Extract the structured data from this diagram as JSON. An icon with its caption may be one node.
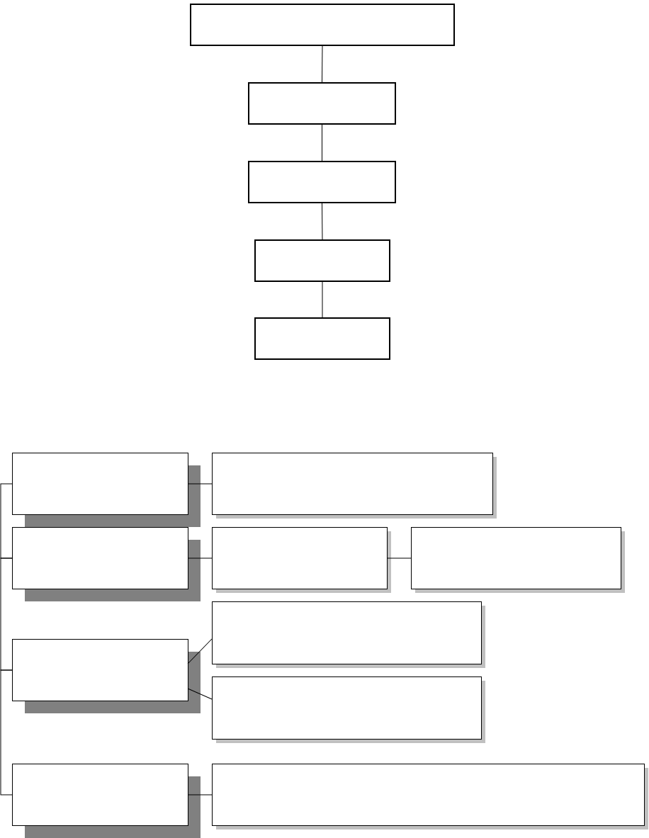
{
  "diagram": {
    "nodes": [
      {
        "text": [],
        "shape": "box"
      },
      {
        "text": [],
        "shape": "box"
      },
      {
        "text": [],
        "shape": "box"
      },
      {
        "text": [],
        "shape": "box"
      },
      {
        "text": [],
        "shape": "box"
      },
      {
        "text": [],
        "shape": "box"
      },
      {
        "text": [],
        "shape": "box"
      },
      {
        "text": [],
        "shape": "box"
      },
      {
        "text": [],
        "shape": "box"
      },
      {
        "text": [],
        "shape": "box"
      },
      {
        "text": [],
        "shape": "box"
      },
      {
        "text": [],
        "shape": "box"
      },
      {
        "text": [],
        "shape": "box"
      },
      {
        "text": [],
        "shape": "box"
      },
      {
        "text": [],
        "shape": "box"
      }
    ],
    "edges": [
      {
        "from": 0,
        "to": 1,
        "arrow": "none"
      },
      {
        "from": 1,
        "to": 2,
        "arrow": "none"
      },
      {
        "from": 2,
        "to": 3,
        "arrow": "none"
      },
      {
        "from": 3,
        "to": 4,
        "arrow": "none"
      },
      {
        "from": 5,
        "to": 6,
        "arrow": "none"
      },
      {
        "from": 7,
        "to": 8,
        "arrow": "none"
      },
      {
        "from": 8,
        "to": 9,
        "arrow": "none"
      },
      {
        "from": 10,
        "to": 11,
        "arrow": "none"
      },
      {
        "from": 10,
        "to": 12,
        "arrow": "none"
      },
      {
        "from": 13,
        "to": 14,
        "arrow": "none"
      },
      {
        "from": 5,
        "to": 7,
        "arrow": "none"
      },
      {
        "from": 7,
        "to": 10,
        "arrow": "none"
      },
      {
        "from": 10,
        "to": 13,
        "arrow": "none"
      }
    ]
  }
}
